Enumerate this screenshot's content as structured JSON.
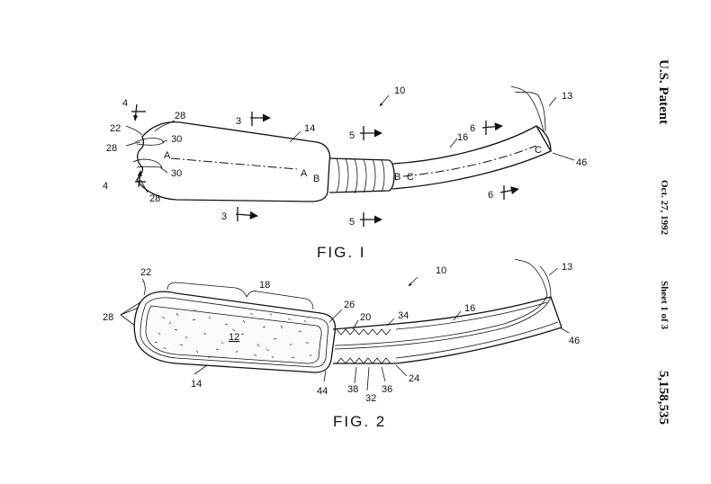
{
  "header": {
    "office": "U.S. Patent",
    "date": "Oct. 27, 1992",
    "sheet": "Sheet 1 of 3",
    "patent_number": "5,158,535"
  },
  "figure1": {
    "caption": "FIG. I",
    "ref_10": "10",
    "ref_13": "13",
    "ref_14": "14",
    "ref_16": "16",
    "ref_22": "22",
    "ref_28a": "28",
    "ref_28b": "28",
    "ref_28c": "28",
    "ref_30a": "30",
    "ref_30b": "30",
    "ref_46": "46",
    "sec_3a": "3",
    "sec_3b": "3",
    "sec_4a": "4",
    "sec_4b": "4",
    "sec_5a": "5",
    "sec_5b": "5",
    "sec_6a": "6",
    "sec_6b": "6",
    "pt_a1": "A",
    "pt_a2": "A",
    "pt_b1": "B",
    "pt_b2": "B",
    "pt_c1": "C",
    "pt_c2": "C"
  },
  "figure2": {
    "caption": "FIG. 2",
    "ref_10": "10",
    "ref_12": "12",
    "ref_13": "13",
    "ref_14": "14",
    "ref_16": "16",
    "ref_18": "18",
    "ref_20": "20",
    "ref_22": "22",
    "ref_24": "24",
    "ref_26": "26",
    "ref_28": "28",
    "ref_32": "32",
    "ref_34": "34",
    "ref_36": "36",
    "ref_38": "38",
    "ref_44": "44",
    "ref_46": "46"
  }
}
